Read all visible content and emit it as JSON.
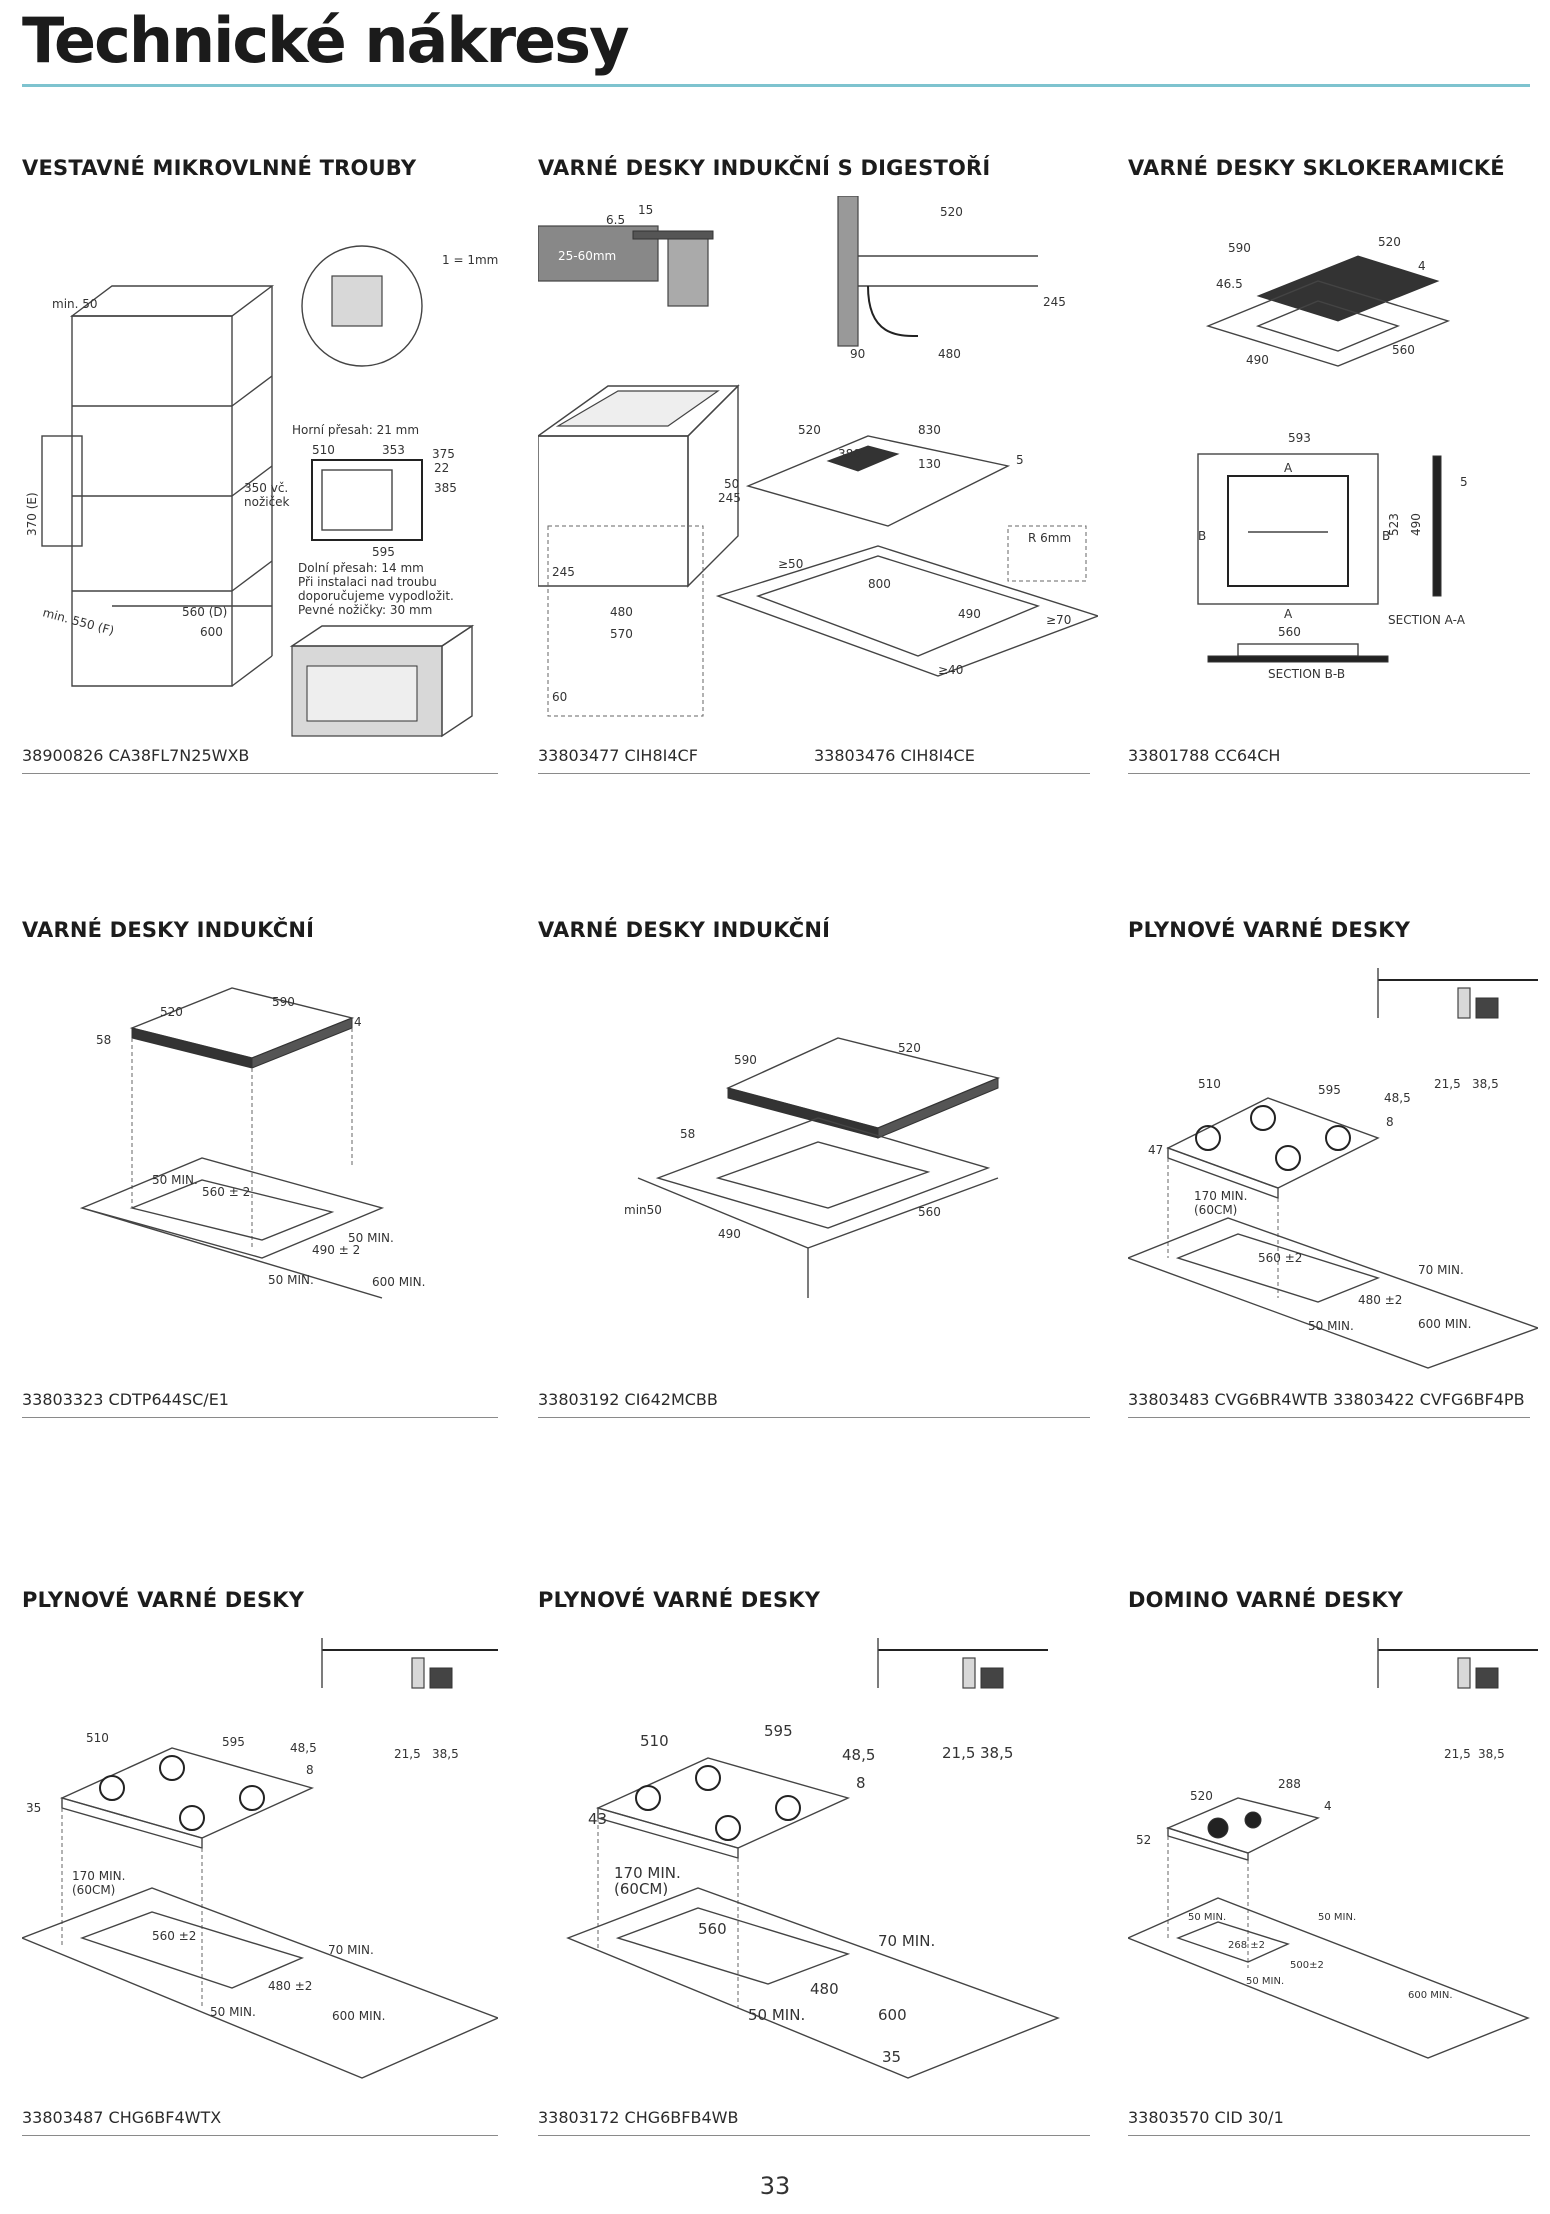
{
  "page": {
    "title": "Technické nákresy",
    "page_number": "33",
    "accent_color": "#7ec3cf"
  },
  "sections": [
    {
      "heading": "VESTAVNÉ MIKROVLNNÉ TROUBY",
      "caption": "38900826 CA38FL7N25WXB",
      "labels": {
        "scale": "1 = 1mm",
        "min50": "min. 50",
        "h370": "370 (E)",
        "min550": "min. 550 (F)",
        "w560": "560 (D)",
        "w600": "600",
        "top_overlap": "Horní přesah: 21 mm",
        "d510": "510",
        "d353": "353",
        "d375": "375",
        "d22": "22",
        "d385": "385",
        "d350": "350 vč.",
        "feet": "nožiček",
        "d595": "595",
        "bottom_overlap": "Dolní přesah: 14 mm",
        "note1": "Při instalaci nad troubu",
        "note2": "doporučujeme vypodložit.",
        "note3": "Pevné nožičky: 30 mm"
      }
    },
    {
      "heading": "VARNÉ DESKY INDUKČNÍ S DIGESTOŘÍ",
      "caption": "33803477 CIH8I4CF",
      "caption2": "33803476 CIH8I4CE",
      "labels": {
        "d15": "15",
        "d65": "6.5",
        "d2560": "25-60mm",
        "d520": "520",
        "d245": "245",
        "d90": "90",
        "d480": "480",
        "d830": "830",
        "d380": "380",
        "d130": "130",
        "d5": "5",
        "d50": "50",
        "d800": "800",
        "dge50": "≥50",
        "r6": "R 6mm",
        "d490": "490",
        "dge70": "≥70",
        "dge40": "≥40",
        "s245": "245",
        "s480": "480",
        "s570": "570",
        "s60": "60"
      }
    },
    {
      "heading": "VARNÉ DESKY SKLOKERAMICKÉ",
      "caption": "33801788 CC64CH",
      "labels": {
        "d520": "520",
        "d590": "590",
        "d4": "4",
        "d465": "46.5",
        "d560": "560",
        "d490": "490",
        "d593": "593",
        "d523": "523",
        "d490b": "490",
        "d5": "5",
        "A": "A",
        "B": "B",
        "sectionAA": "SECTION A-A",
        "d560b": "560",
        "sectionBB": "SECTION B-B"
      }
    },
    {
      "heading": "VARNÉ DESKY INDUKČNÍ",
      "caption": "33803323 CDTP644SC/E1",
      "labels": {
        "d520": "520",
        "d590": "590",
        "d58": "58",
        "d4": "4",
        "min50a": "50 MIN.",
        "d560": "560 ± 2",
        "min50b": "50 MIN.",
        "d490": "490 ± 2",
        "min50c": "50 MIN.",
        "min600": "600 MIN."
      }
    },
    {
      "heading": "VARNÉ DESKY INDUKČNÍ",
      "caption": "33803192 CI642MCBB",
      "labels": {
        "d590": "590",
        "d520": "520",
        "d58": "58",
        "min50": "min50",
        "d490": "490",
        "d560": "560"
      }
    },
    {
      "heading": "PLYNOVÉ VARNÉ DESKY",
      "caption": "33803483 CVG6BR4WTB  33803422 CVFG6BF4PB",
      "labels": {
        "d215": "21,5",
        "d385": "38,5",
        "d510": "510",
        "d595": "595",
        "d485": "48,5",
        "d47": "47",
        "d8": "8",
        "d170": "170 MIN.",
        "d60cm": "(60CM)",
        "d560": "560 ±2",
        "min70": "70 MIN.",
        "d480": "480 ±2",
        "min50": "50 MIN.",
        "min600": "600 MIN."
      }
    },
    {
      "heading": "PLYNOVÉ VARNÉ DESKY",
      "caption": "33803487 CHG6BF4WTX",
      "labels": {
        "d215": "21,5",
        "d385": "38,5",
        "d510": "510",
        "d595": "595",
        "d485": "48,5",
        "d35": "35",
        "d8": "8",
        "d170": "170 MIN.",
        "d60cm": "(60CM)",
        "d560": "560 ±2",
        "min70": "70 MIN.",
        "d480": "480 ±2",
        "min50": "50 MIN.",
        "min600": "600 MIN."
      }
    },
    {
      "heading": "PLYNOVÉ VARNÉ DESKY",
      "caption": "33803172 CHG6BFB4WB",
      "labels": {
        "d215": "21,5",
        "d385": "38,5",
        "d510": "510",
        "d595": "595",
        "d485": "48,5",
        "d43": "43",
        "d8": "8",
        "d170": "170 MIN.",
        "d60cm": "(60CM)",
        "d560": "560",
        "min70": "70 MIN.",
        "d480": "480",
        "min50": "50 MIN.",
        "d600": "600",
        "d35": "35"
      }
    },
    {
      "heading": "DOMINO VARNÉ DESKY",
      "caption": "33803570 CID 30/1",
      "labels": {
        "d215": "21,5",
        "d385": "38,5",
        "d520": "520",
        "d288": "288",
        "d52": "52",
        "d4": "4",
        "min50a": "50 MIN.",
        "min50b": "50 MIN.",
        "d268": "268 ±2",
        "d500": "500±2",
        "min50c": "50 MIN.",
        "min600": "600 MIN."
      }
    }
  ]
}
